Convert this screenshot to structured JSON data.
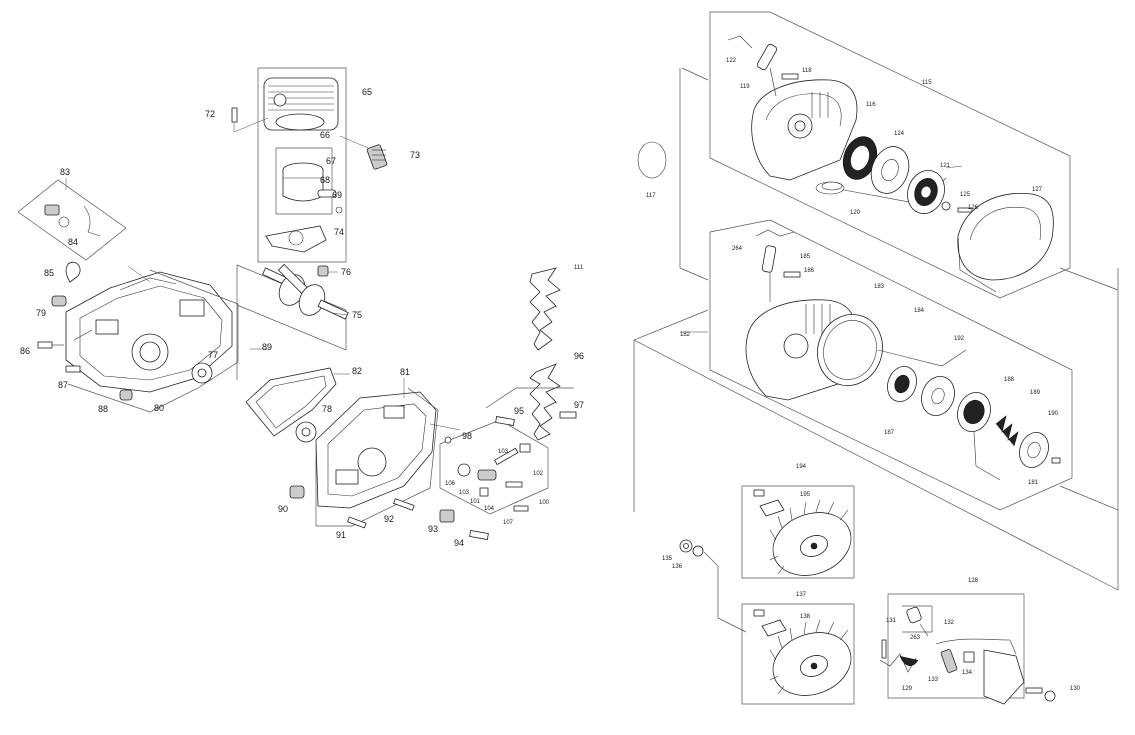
{
  "labels_left": {
    "l65": "65",
    "l66": "66",
    "l67": "67",
    "l68": "68",
    "l69": "69",
    "l72": "72",
    "l73": "73",
    "l74": "74",
    "l75": "75",
    "l76": "76",
    "l77": "77",
    "l78": "78",
    "l79": "79",
    "l80": "80",
    "l81": "81",
    "l82": "82",
    "l83": "83",
    "l84": "84",
    "l85": "85",
    "l86": "86",
    "l87": "87",
    "l88": "88",
    "l89": "89",
    "l90": "90",
    "l91": "91",
    "l92": "92",
    "l93": "93",
    "l94": "94",
    "l95": "95",
    "l96": "96",
    "l97": "97",
    "l98": "98",
    "l100": "100",
    "l101": "101",
    "l102": "102",
    "l103": "103",
    "l103b": "103",
    "l104": "104",
    "l106": "106",
    "l107": "107",
    "l111": "111"
  },
  "labels_right": {
    "l115": "115",
    "l116": "116",
    "l117": "117",
    "l118": "118",
    "l119": "119",
    "l120": "120",
    "l121": "121",
    "l122": "122",
    "l124": "124",
    "l125": "125",
    "l126": "126",
    "l127": "127",
    "l128": "128",
    "l129": "129",
    "l130": "130",
    "l131": "131",
    "l132": "132",
    "l133": "133",
    "l134": "134",
    "l135": "135",
    "l136": "136",
    "l137": "137",
    "l138": "138",
    "l181": "181",
    "l182": "182",
    "l183": "183",
    "l184": "184",
    "l185": "185",
    "l186": "186",
    "l187": "187",
    "l188": "188",
    "l189": "189",
    "l190": "190",
    "l192": "192",
    "l194": "194",
    "l195": "195",
    "l263": "263",
    "l264": "264"
  }
}
